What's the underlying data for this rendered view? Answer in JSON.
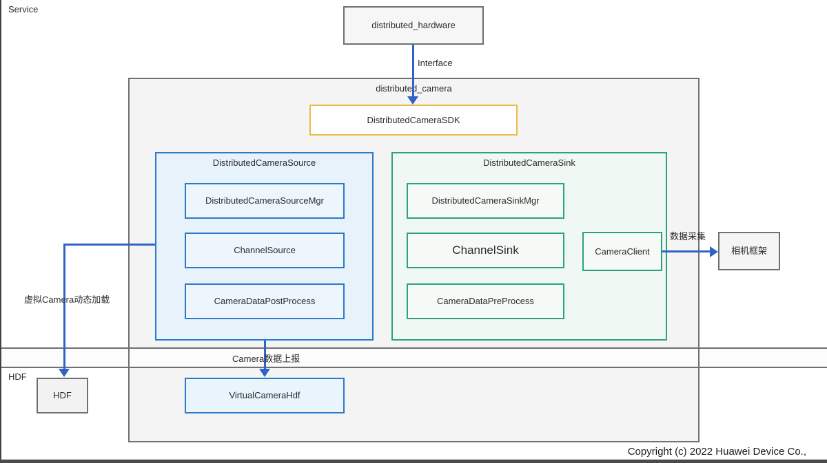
{
  "diagram": {
    "service_label": "Service",
    "hdf_region_label": "HDF",
    "copyright": "Copyright (c) 2022 Huawei Device Co.,",
    "top_box": "distributed_hardware",
    "interface_label": "Interface",
    "container_label": "distributed_camera",
    "sdk_box": "DistributedCameraSDK",
    "source": {
      "title": "DistributedCameraSource",
      "items": [
        "DistributedCameraSourceMgr",
        "ChannelSource",
        "CameraDataPostProcess"
      ]
    },
    "sink": {
      "title": "DistributedCameraSink",
      "items": [
        "DistributedCameraSinkMgr",
        "ChannelSink",
        "CameraDataPreProcess"
      ]
    },
    "camera_client_box": "CameraClient",
    "data_collect_label": "数据采集",
    "camera_framework_box": "相机框架",
    "virtual_load_label": "虚拟Camera动态加载",
    "camera_data_report_label": "Camera数据上报",
    "hdf_box": "HDF",
    "virtual_camera_hdf_box": "VirtualCameraHdf",
    "colors": {
      "blue_border": "#2e78c8",
      "teal_border": "#2ba184",
      "yellow_border": "#eebb44",
      "gray_border": "#707070",
      "arrow_blue": "#3063c8"
    }
  }
}
